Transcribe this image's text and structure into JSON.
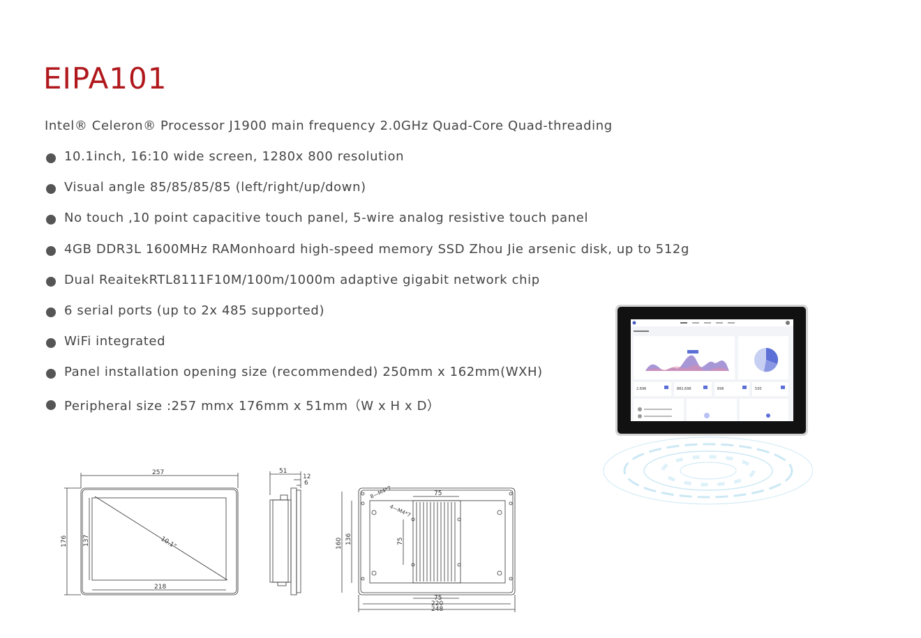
{
  "product": {
    "title": "EIPA101",
    "intro": "Intel® Celeron® Processor J1900 main frequency 2.0GHz Quad-Core Quad-threading"
  },
  "specs": [
    "10.1inch, 16:10 wide screen, 1280x 800 resolution",
    "Visual angle 85/85/85/85 (left/right/up/down)",
    "No touch ,10 point capacitive touch panel, 5-wire analog resistive touch panel",
    "4GB DDR3L 1600MHz RAMonhoard high-speed memory SSD Zhou Jie arsenic disk, up to 512g",
    "Dual ReaitekRTL8111F10M/100m/1000m adaptive gigabit network chip",
    "6 serial ports (up to 2x 485 supported)",
    "WiFi integrated",
    "Panel installation opening size (recommended) 250mm x 162mm(WXH)",
    "Peripheral size :257 mmx 176mm x 51mm（W x H x D）"
  ],
  "screen_stats": [
    "2,696",
    "882,696",
    "696",
    "530"
  ],
  "drawing_front": {
    "width": "257",
    "height": "176",
    "inner_height": "137",
    "inner_width": "218",
    "diagonal": "10.1\""
  },
  "drawing_side": {
    "depth": "51",
    "d1": "12",
    "d2": "6"
  },
  "drawing_back": {
    "top": "75",
    "screw_top": "8—M4*7",
    "screw_inner": "4—M4*7",
    "v_inner": "75",
    "h136": "136",
    "h160": "160",
    "b75": "75",
    "b220": "220",
    "b248": "248"
  },
  "colors": {
    "title": "#b0181c",
    "text": "#444444",
    "bullet": "#555555"
  }
}
